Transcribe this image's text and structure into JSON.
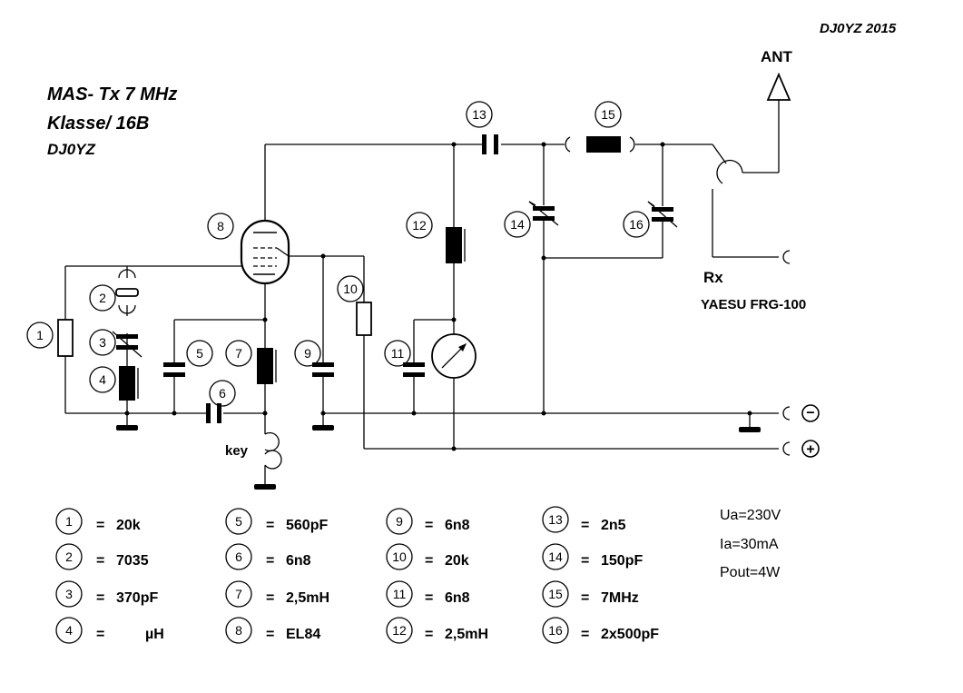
{
  "header": {
    "author_year": "DJ0YZ  2015",
    "title_line1": "MAS- Tx 7 MHz",
    "title_line2": "Klasse/ 16B",
    "title_line3": "DJ0YZ"
  },
  "schematic": {
    "antenna_label": "ANT",
    "rx_label": "Rx",
    "rx_model": "YAESU FRG-100",
    "key_label": "key",
    "minus_symbol": "−",
    "plus_symbol": "+",
    "component_numbers": [
      "1",
      "2",
      "3",
      "4",
      "5",
      "6",
      "7",
      "8",
      "9",
      "10",
      "11",
      "12",
      "13",
      "14",
      "15",
      "16"
    ]
  },
  "parts_list": [
    {
      "num": "1",
      "eq": "=",
      "value": "20k"
    },
    {
      "num": "2",
      "eq": "=",
      "value": "7035"
    },
    {
      "num": "3",
      "eq": "=",
      "value": "370pF"
    },
    {
      "num": "4",
      "eq": "=",
      "value": "µH"
    },
    {
      "num": "5",
      "eq": "=",
      "value": "560pF"
    },
    {
      "num": "6",
      "eq": "=",
      "value": "6n8"
    },
    {
      "num": "7",
      "eq": "=",
      "value": "2,5mH"
    },
    {
      "num": "8",
      "eq": "=",
      "value": "EL84"
    },
    {
      "num": "9",
      "eq": "=",
      "value": "6n8"
    },
    {
      "num": "10",
      "eq": "=",
      "value": "20k"
    },
    {
      "num": "11",
      "eq": "=",
      "value": "6n8"
    },
    {
      "num": "12",
      "eq": "=",
      "value": "2,5mH"
    },
    {
      "num": "13",
      "eq": "=",
      "value": "2n5"
    },
    {
      "num": "14",
      "eq": "=",
      "value": "150pF"
    },
    {
      "num": "15",
      "eq": "=",
      "value": "7MHz"
    },
    {
      "num": "16",
      "eq": "=",
      "value": "2x500pF"
    }
  ],
  "specs": {
    "ua": "Ua=230V",
    "ia": "Ia=30mA",
    "pout": "Pout=4W"
  }
}
